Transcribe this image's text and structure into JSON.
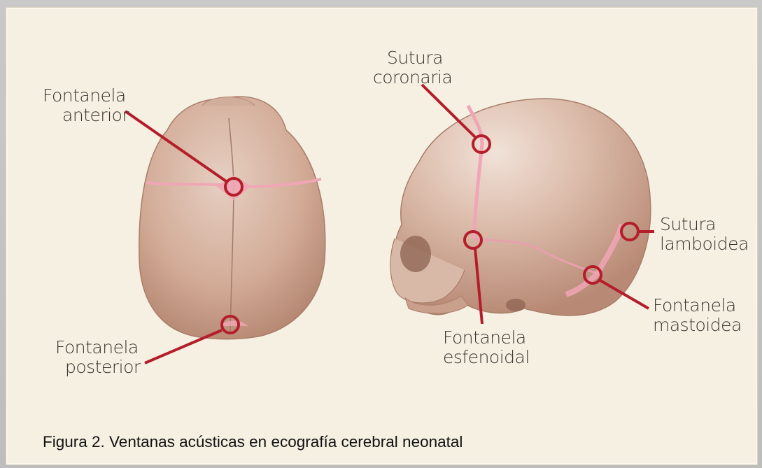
{
  "diagram": {
    "labels": {
      "fontanela_anterior": [
        "Fontanela",
        "anterior"
      ],
      "fontanela_posterior": [
        "Fontanela",
        "posterior"
      ],
      "sutura_coronaria": [
        "Sutura",
        "coronaria"
      ],
      "sutura_lamboidea": [
        "Sutura",
        "lamboidea"
      ],
      "fontanela_esfenoidal": [
        "Fontanela",
        "esfenoidal"
      ],
      "fontanela_mastoidea": [
        "Fontanela",
        "mastoidea"
      ]
    },
    "caption": "Figura 2. Ventanas acústicas en ecografía cerebral neonatal",
    "colors": {
      "background": "#f6f0e2",
      "skull": "#d9b8a6",
      "suture": "#f0a6b5",
      "marker": "#b41e2b",
      "label_text": "#3a3330"
    }
  }
}
